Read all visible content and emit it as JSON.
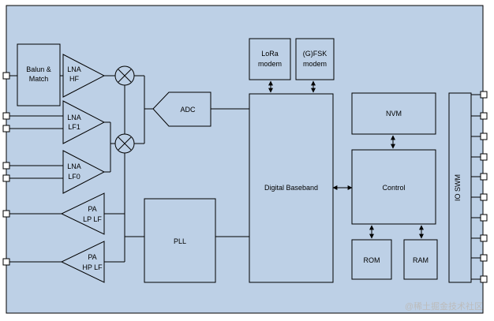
{
  "colors": {
    "board_fill": "#bdd0e6",
    "block_fill": "#bdd0e6",
    "line": "#000000",
    "pin_fill": "#ffffff"
  },
  "blocks": {
    "balun_match": [
      "Balun &",
      "Match"
    ],
    "lna_hf": [
      "LNA",
      "HF"
    ],
    "lna_lf1": [
      "LNA",
      "LF1"
    ],
    "lna_lf0": [
      "LNA",
      "LF0"
    ],
    "pa_lp_lf": [
      "PA",
      "LP LF"
    ],
    "pa_hp_lf": [
      "PA",
      "HP LF"
    ],
    "adc": "ADC",
    "pll": "PLL",
    "lora_modem": [
      "LoRa",
      "modem"
    ],
    "gfsk_modem": [
      "(G)FSK",
      "modem"
    ],
    "digital_baseband": "Digital Baseband",
    "nvm": "NVM",
    "control": "Control",
    "rom": "ROM",
    "ram": "RAM",
    "io_swm": "IO SWM"
  },
  "watermark": "@稀土掘金技术社区"
}
